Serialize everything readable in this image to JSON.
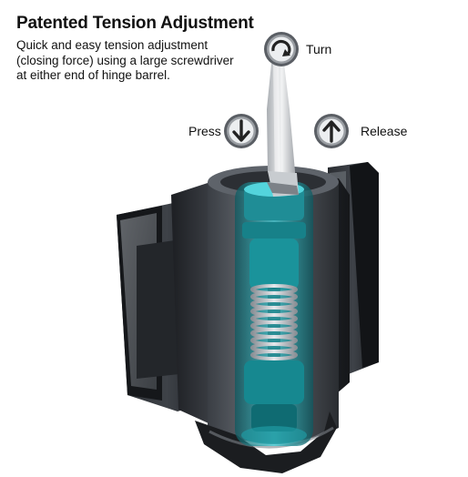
{
  "header": {
    "title": "Patented Tension Adjustment",
    "description_lines": [
      "Quick and easy tension adjustment",
      "(closing force) using a large screwdriver",
      "at either end of hinge barrel."
    ]
  },
  "callouts": {
    "turn": {
      "label": "Turn",
      "icon": "rotate-arrow-icon"
    },
    "press": {
      "label": "Press",
      "icon": "arrow-down-icon"
    },
    "release": {
      "label": "Release",
      "icon": "arrow-up-icon"
    }
  },
  "colors": {
    "hinge_body": "#2b2e33",
    "spring_glow": "#2aa6b0",
    "icon_fill": "#8d9196",
    "text": "#111111"
  }
}
